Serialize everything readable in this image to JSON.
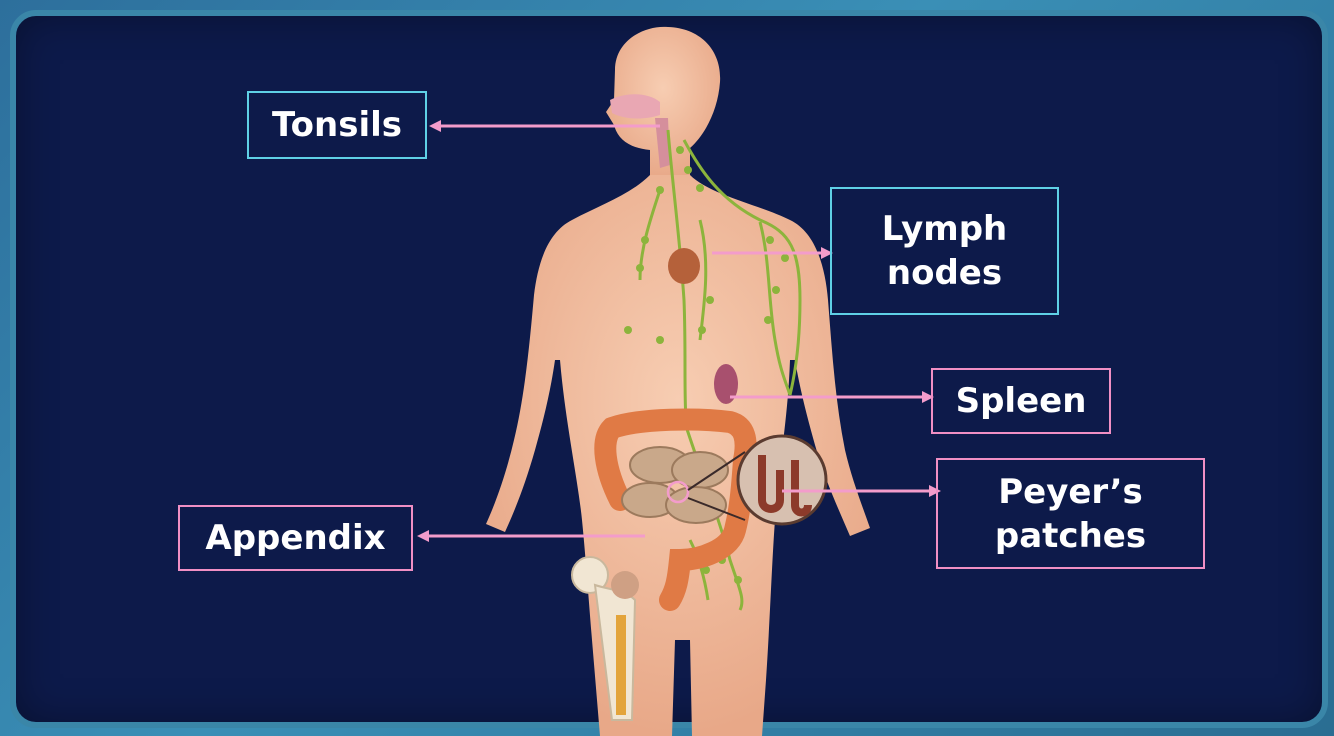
{
  "labels": {
    "tonsils": "Tonsils",
    "lymph_nodes": "Lymph nodes",
    "spleen": "Spleen",
    "peyers_patches": "Peyer’s patches",
    "appendix": "Appendix"
  },
  "colors": {
    "background": "#0d1a4a",
    "cyan_border": "#5fd0e6",
    "pink_border": "#f08fc4",
    "arrow": "#f39ccb",
    "skin": "#f2bfa0",
    "lymph": "#8cb43c"
  }
}
